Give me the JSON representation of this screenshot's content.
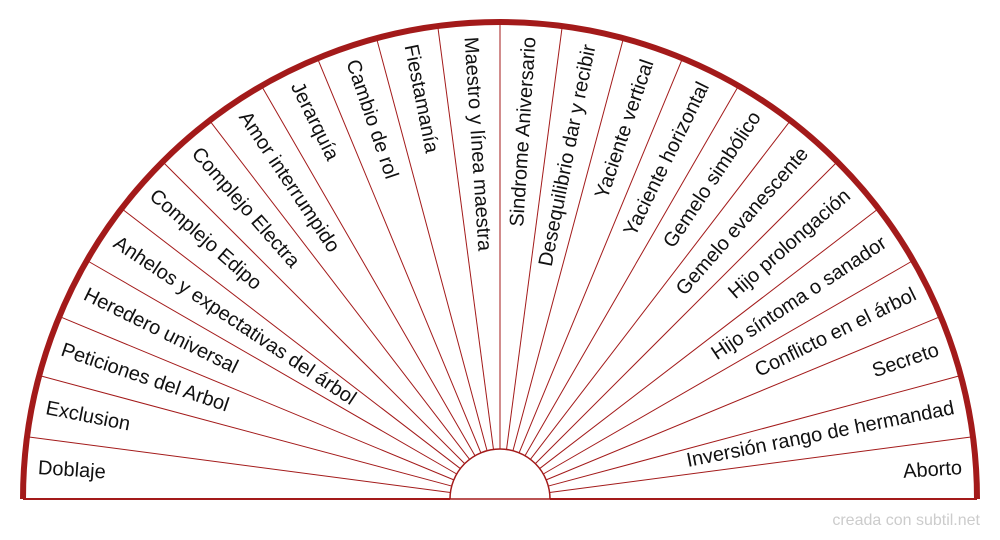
{
  "chart_data": {
    "type": "pie",
    "shape": "semicircle",
    "title": "",
    "categories": [
      "Doblaje",
      "Exclusion",
      "Peticiones del Arbol",
      "Heredero universal",
      "Anhelos y expectativas del árbol",
      "Complejo Edipo",
      "Complejo Electra",
      "Amor interrumpido",
      "Jerarquía",
      "Cambio de rol",
      "Fiestamanía",
      "Maestro y línea maestra",
      "Sindrome Aniversario",
      "Desequilibrio dar y recibir",
      "Yaciente vertical",
      "Yaciente horizontal",
      "Gemelo simbólico",
      "Gemelo evanescente",
      "Hijo prolongación",
      "Hijo síntoma o sanador",
      "Conflicto en el árbol",
      "Secreto",
      "Inversión rango de hermandad",
      "Aborto"
    ],
    "values": [
      1,
      1,
      1,
      1,
      1,
      1,
      1,
      1,
      1,
      1,
      1,
      1,
      1,
      1,
      1,
      1,
      1,
      1,
      1,
      1,
      1,
      1,
      1,
      1
    ],
    "colors": {
      "line": "#a31a1a",
      "background": "#ffffff",
      "text": "#111111"
    }
  },
  "credit": "creada con subtil.net"
}
